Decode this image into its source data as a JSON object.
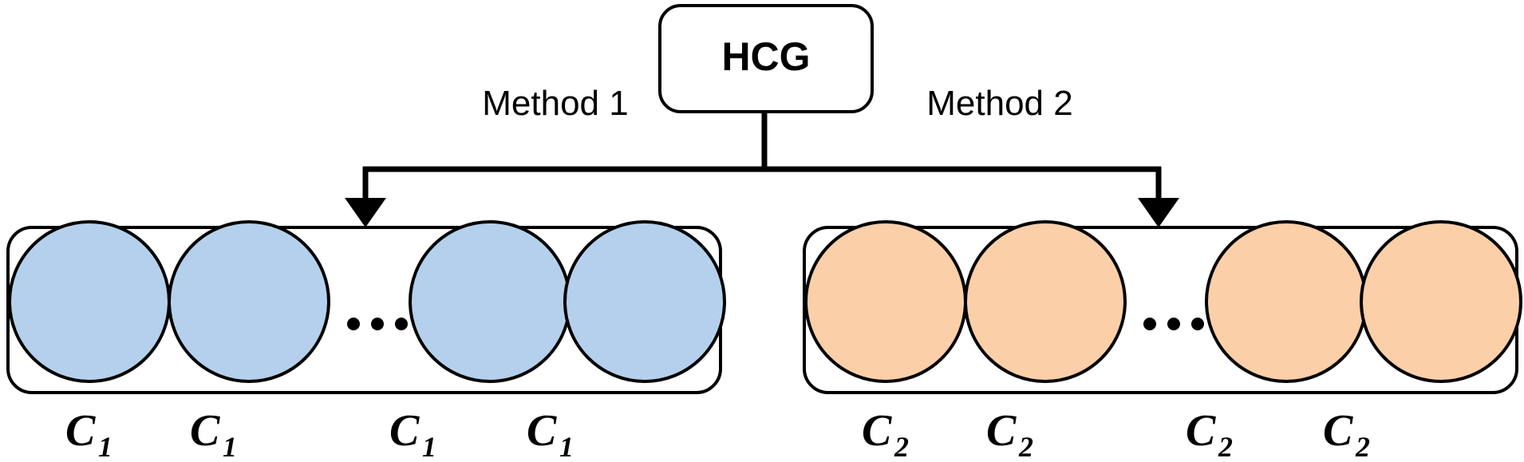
{
  "diagram": {
    "root": {
      "label": "HCG",
      "shape": "rounded-rectangle"
    },
    "edges": [
      {
        "label": "Method 1",
        "target": "group-1"
      },
      {
        "label": "Method 2",
        "target": "group-2"
      }
    ],
    "groups": [
      {
        "id": "group-1",
        "method": "Method 1",
        "fill_color": "#b4d0ec",
        "stroke_color": "#000000",
        "ellipsis": "•••",
        "nodes": [
          {
            "label_base": "C",
            "label_sub": "1"
          },
          {
            "label_base": "C",
            "label_sub": "1"
          },
          {
            "label_base": "C",
            "label_sub": "1"
          },
          {
            "label_base": "C",
            "label_sub": "1"
          }
        ]
      },
      {
        "id": "group-2",
        "method": "Method 2",
        "fill_color": "#fbcfa8",
        "stroke_color": "#000000",
        "ellipsis": "•••",
        "nodes": [
          {
            "label_base": "C",
            "label_sub": "2"
          },
          {
            "label_base": "C",
            "label_sub": "2"
          },
          {
            "label_base": "C",
            "label_sub": "2"
          },
          {
            "label_base": "C",
            "label_sub": "2"
          }
        ]
      }
    ],
    "colors": {
      "background": "#ffffff",
      "outline": "#000000",
      "group_1_fill": "#b4d0ec",
      "group_2_fill": "#fbcfa8"
    }
  }
}
